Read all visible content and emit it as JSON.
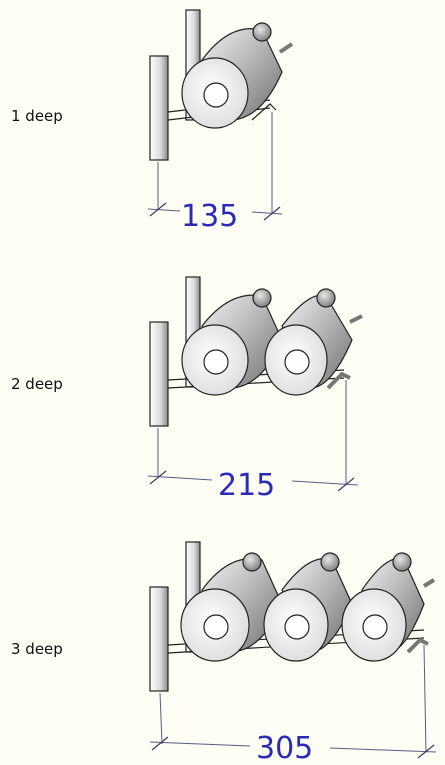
{
  "configurations": [
    {
      "label": "1 deep",
      "dimension": "135",
      "cylinders": 1
    },
    {
      "label": "2 deep",
      "dimension": "215",
      "cylinders": 2
    },
    {
      "label": "3 deep",
      "dimension": "305",
      "cylinders": 3
    }
  ],
  "colors": {
    "background": "#fffef4",
    "dimension_text": "#2a2ab8",
    "dimension_line": "#5a5a8a"
  }
}
